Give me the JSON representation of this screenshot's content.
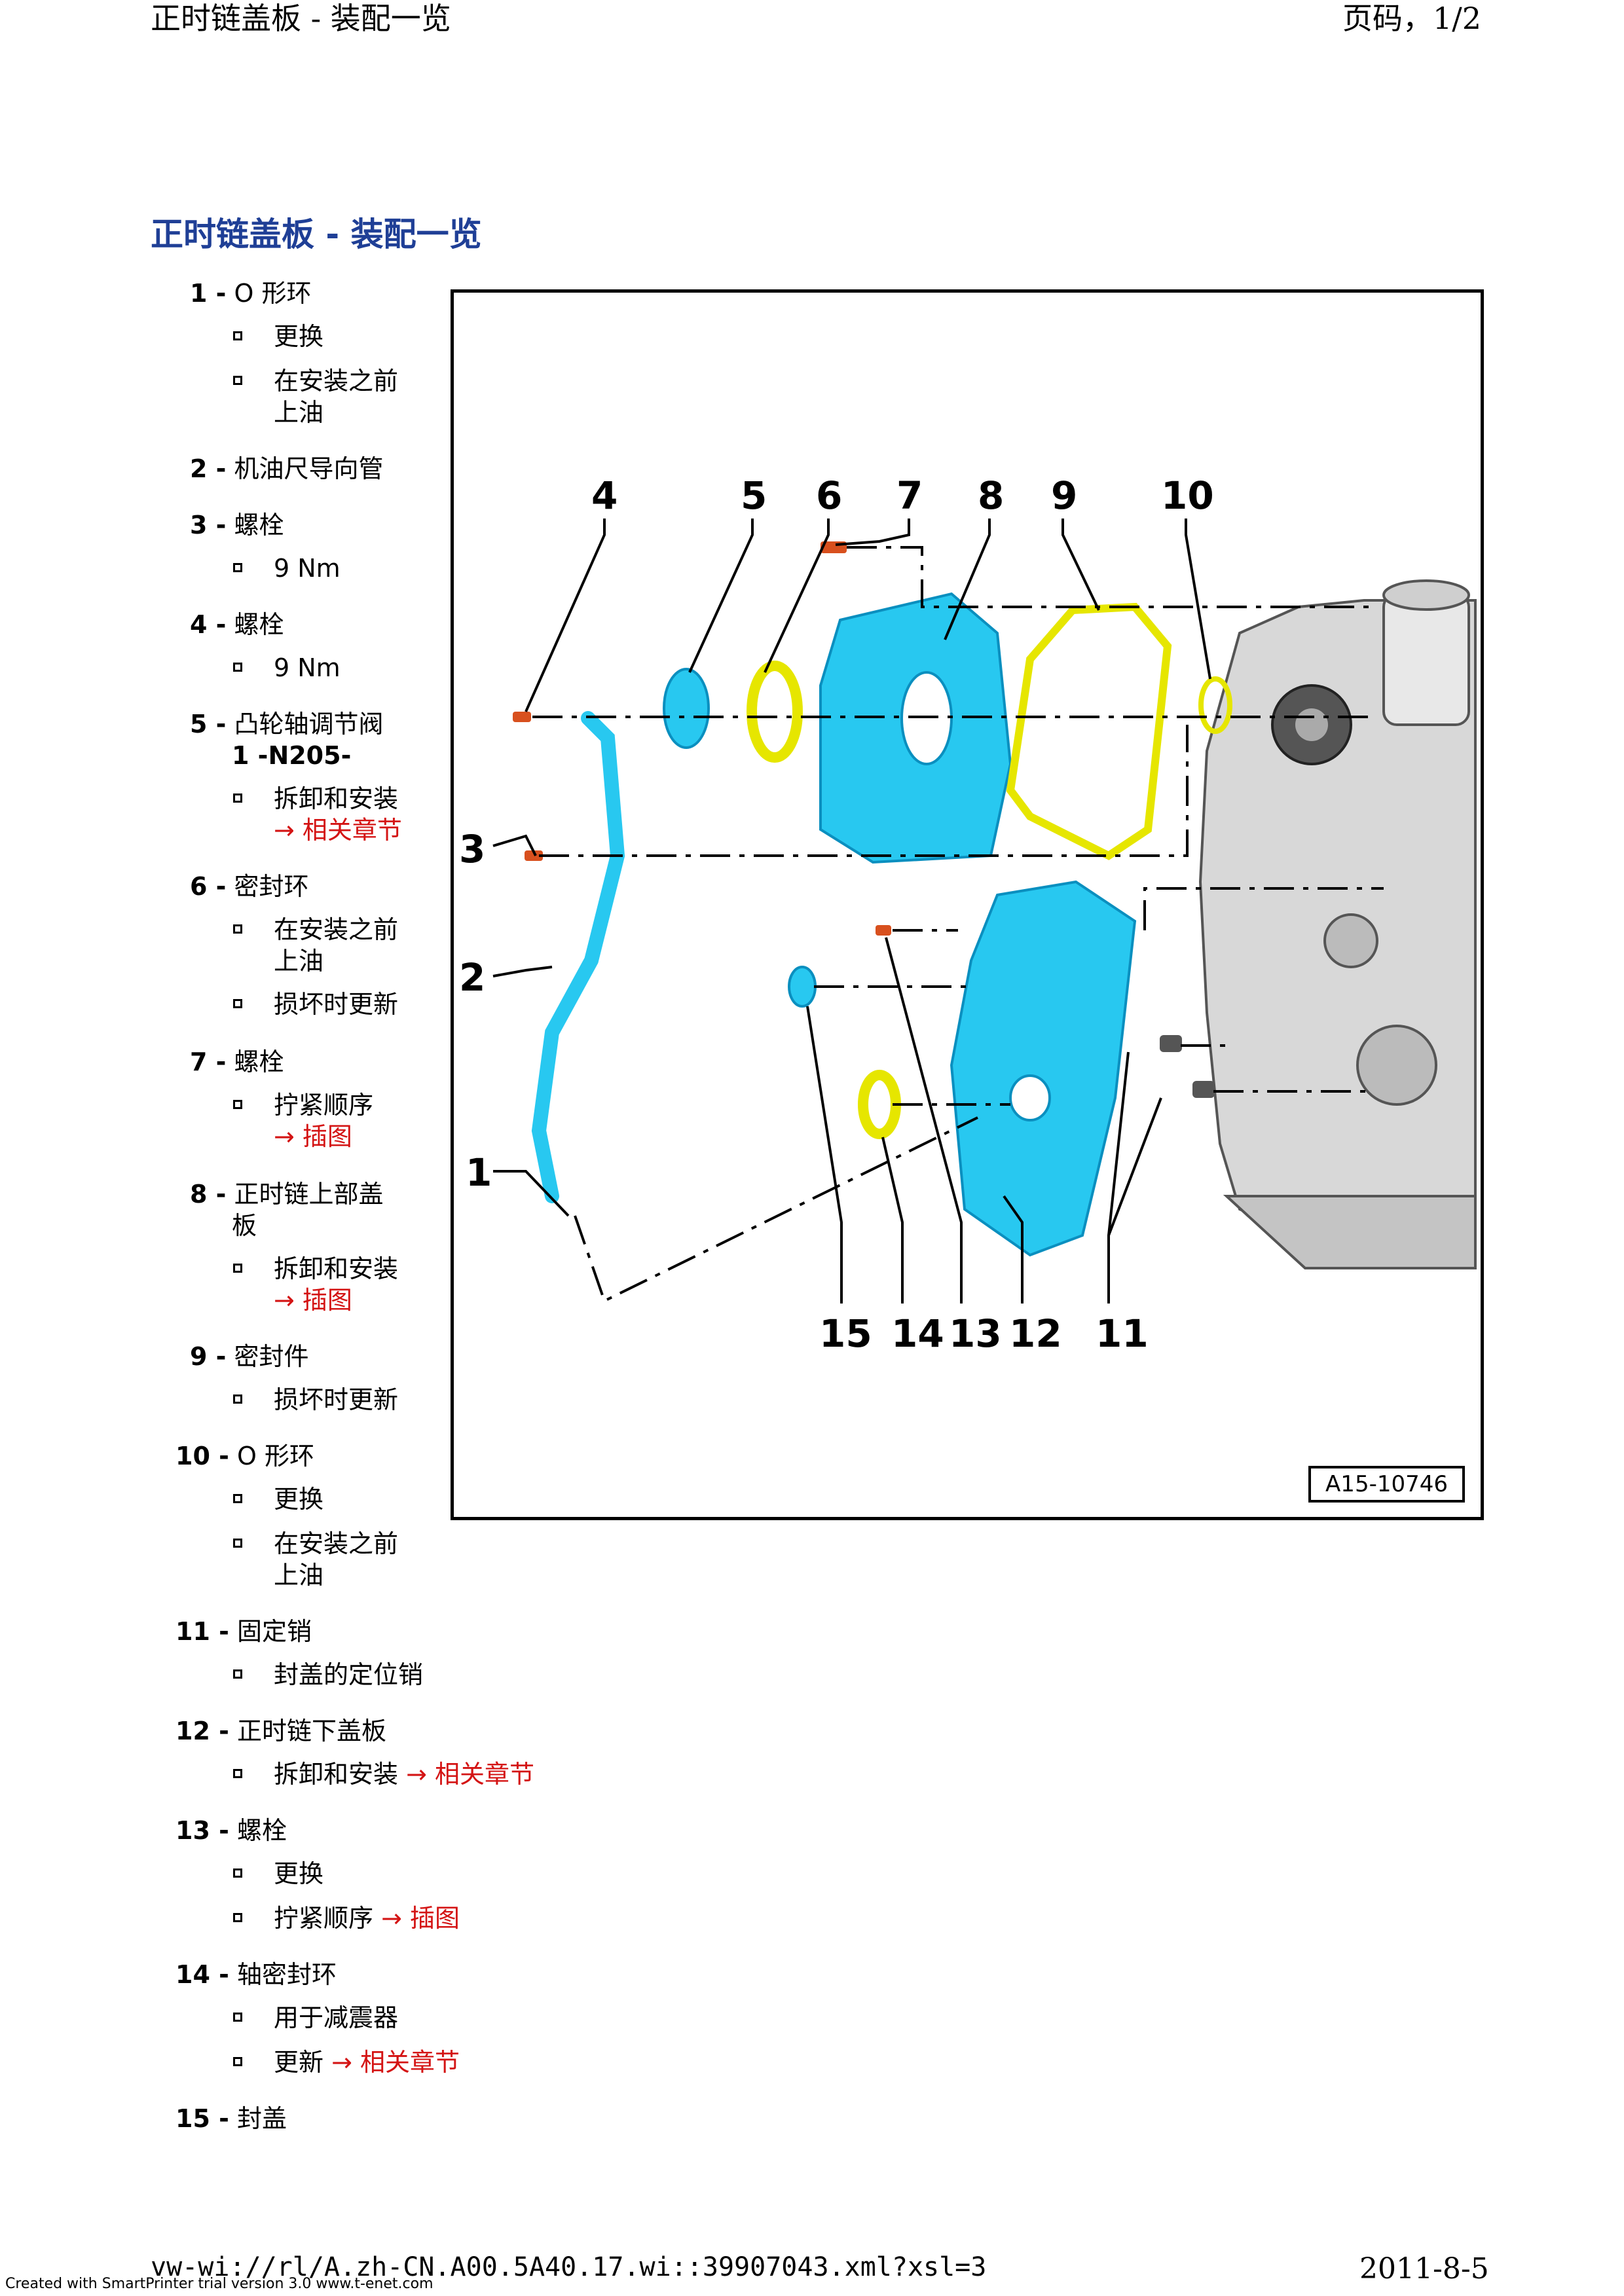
{
  "header": {
    "title": "正时链盖板 - 装配一览",
    "page": "页码，1/2"
  },
  "doc_title": "正时链盖板 - 装配一览",
  "parts": [
    {
      "num": "1 -",
      "name": "O 形环",
      "subs": [
        {
          "text": "更换"
        },
        {
          "text": "在安装之前",
          "text2": "上油"
        }
      ]
    },
    {
      "num": "2 -",
      "name": "机油尺导向管",
      "subs": []
    },
    {
      "num": "3 -",
      "name": "螺栓",
      "subs": [
        {
          "text": "9 Nm"
        }
      ]
    },
    {
      "num": "4 -",
      "name": "螺栓",
      "subs": [
        {
          "text": "9 Nm"
        }
      ]
    },
    {
      "num": "5 -",
      "name": "凸轮轴调节阀",
      "name2": "1 -N205-",
      "subs": [
        {
          "text": "拆卸和安装",
          "link": "→ 相关章节"
        }
      ]
    },
    {
      "num": "6 -",
      "name": "密封环",
      "subs": [
        {
          "text": "在安装之前",
          "text2": "上油"
        },
        {
          "text": "损坏时更新"
        }
      ]
    },
    {
      "num": "7 -",
      "name": "螺栓",
      "subs": [
        {
          "text": "拧紧顺序",
          "link": "→ 插图"
        }
      ]
    },
    {
      "num": "8 -",
      "name": "正时链上部盖",
      "name2": "板",
      "subs": [
        {
          "text": "拆卸和安装",
          "link": "→ 插图"
        }
      ]
    },
    {
      "num": "9 -",
      "name": "密封件",
      "subs": [
        {
          "text": "损坏时更新"
        }
      ]
    },
    {
      "num": "10 -",
      "name": "O 形环",
      "subs": [
        {
          "text": "更换"
        },
        {
          "text": "在安装之前",
          "text2": "上油"
        }
      ]
    },
    {
      "num": "11 -",
      "name": "固定销",
      "subs": [
        {
          "text": "封盖的定位销"
        }
      ]
    },
    {
      "num": "12 -",
      "name": "正时链下盖板",
      "subs": [
        {
          "text": "拆卸和安装",
          "link": "→ 相关章节"
        }
      ]
    },
    {
      "num": "13 -",
      "name": "螺栓",
      "subs": [
        {
          "text": "更换"
        },
        {
          "text": "拧紧顺序",
          "link": "→ 插图"
        }
      ]
    },
    {
      "num": "14 -",
      "name": "轴密封环",
      "subs": [
        {
          "text": "用于减震器"
        },
        {
          "text": "更新",
          "link": "→ 相关章节"
        }
      ]
    },
    {
      "num": "15 -",
      "name": "封盖",
      "subs": []
    }
  ],
  "figure": {
    "labels": [
      "4",
      "5",
      "6",
      "7",
      "8",
      "9",
      "10",
      "3",
      "2",
      "1",
      "15",
      "14",
      "13",
      "12",
      "11"
    ],
    "reference": "A15-10746"
  },
  "footer": {
    "small": "Created with SmartPrinter trial version 3.0  www.t-enet.com",
    "url": "vw-wi://rl/A.zh-CN.A00.5A40.17.wi::39907043.xml?xsl=3",
    "date": "2011-8-5"
  },
  "colors": {
    "title": "#1f3f96",
    "link": "#d41414",
    "cover_blue": "#28c8f0",
    "gasket_yellow": "#e6e600",
    "bolt_red": "#d8501e"
  }
}
